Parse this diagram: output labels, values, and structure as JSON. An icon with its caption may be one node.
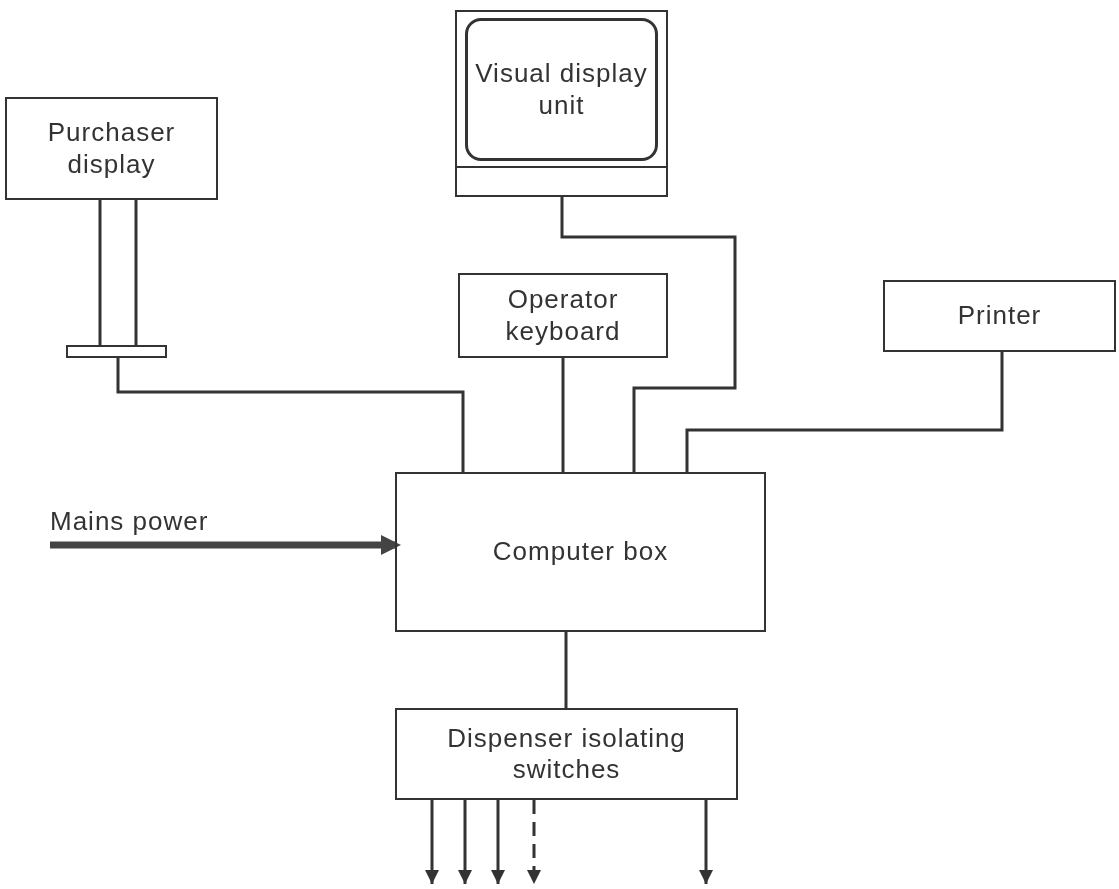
{
  "diagram": {
    "nodes": [
      {
        "text": [
          "Purchaser display"
        ]
      },
      {
        "text": [],
        "shape": "bar"
      },
      {
        "text": [
          "Visual display unit"
        ]
      },
      {
        "text": [
          "Operator keyboard"
        ]
      },
      {
        "text": [
          "Printer"
        ]
      },
      {
        "text": [
          "Computer box"
        ]
      },
      {
        "text": [
          "Dispenser isolating switches"
        ]
      },
      {
        "text": [
          "Mains power"
        ]
      }
    ],
    "edges": [
      {
        "from": 1,
        "to": 5,
        "arrow": "none"
      },
      {
        "from": 2,
        "to": 5,
        "arrow": "none"
      },
      {
        "from": 3,
        "to": 5,
        "arrow": "none"
      },
      {
        "from": 4,
        "to": 5,
        "arrow": "none"
      },
      {
        "from": 7,
        "to": 5,
        "arrow": "to",
        "style": "thick"
      },
      {
        "from": 5,
        "to": 6,
        "arrow": "none"
      },
      {
        "from": 6,
        "to": null,
        "arrow": "to"
      },
      {
        "from": 6,
        "to": null,
        "arrow": "to"
      },
      {
        "from": 6,
        "to": null,
        "arrow": "to"
      },
      {
        "from": 6,
        "to": null,
        "arrow": "to",
        "style": "dashed"
      },
      {
        "from": 6,
        "to": null,
        "arrow": "to"
      },
      {
        "from": 0,
        "to": 1,
        "arrow": "none"
      },
      {
        "from": 0,
        "to": 1,
        "arrow": "none"
      }
    ]
  }
}
